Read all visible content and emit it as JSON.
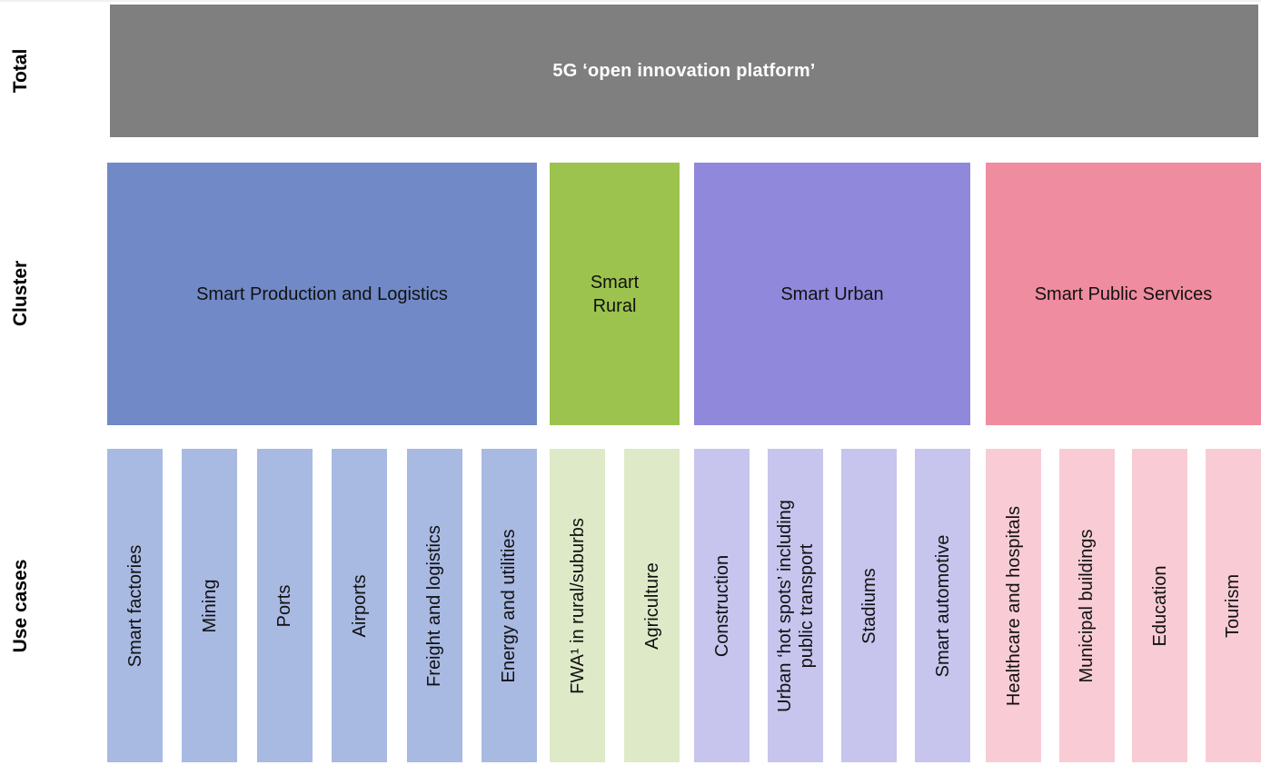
{
  "row_labels": {
    "total": "Total",
    "cluster": "Cluster",
    "use_cases": "Use cases"
  },
  "total": {
    "label": "5G ‘open innovation platform’",
    "color": "#7f7f7f",
    "text_color": "#ffffff"
  },
  "clusters": [
    {
      "label": "Smart Production and Logistics",
      "color": "#7189c6",
      "light_color": "#a8b9e2",
      "use_cases": [
        "Smart factories",
        "Mining",
        "Ports",
        "Airports",
        "Freight and logistics",
        "Energy and utilities"
      ]
    },
    {
      "label": "Smart\nRural",
      "color": "#9cc34d",
      "light_color": "#dee9c8",
      "use_cases": [
        "FWA¹ in rural/suburbs",
        "Agriculture"
      ]
    },
    {
      "label": "Smart Urban",
      "color": "#9088db",
      "light_color": "#c7c4ed",
      "use_cases": [
        "Construction",
        "Urban ‘hot spots’ including\npublic transport",
        "Stadiums",
        "Smart automotive"
      ]
    },
    {
      "label": "Smart Public Services",
      "color": "#f08c9f",
      "light_color": "#f9ccd5",
      "use_cases": [
        "Healthcare and hospitals",
        "Municipal buildings",
        "Education",
        "Tourism"
      ]
    }
  ]
}
